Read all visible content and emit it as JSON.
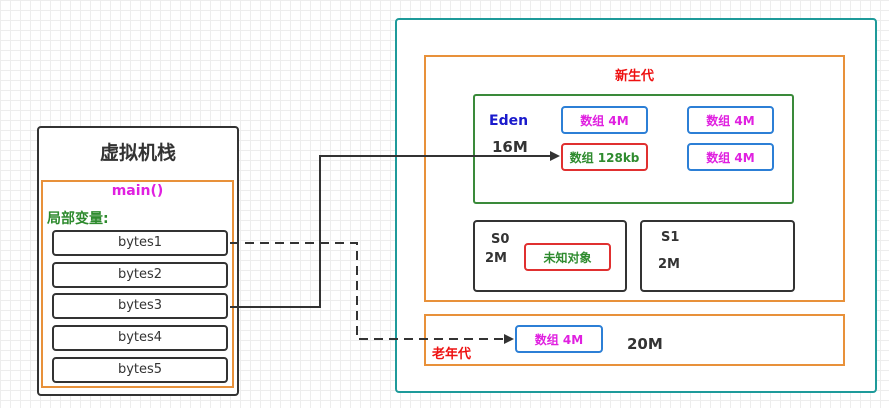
{
  "stack": {
    "title": "虚拟机栈",
    "frame": "main()",
    "locals_label": "局部变量:",
    "slots": [
      "bytes1",
      "bytes2",
      "bytes3",
      "bytes4",
      "bytes5"
    ]
  },
  "heap": {
    "young": {
      "label": "新生代",
      "eden": {
        "label": "Eden",
        "size": "16M",
        "arrays": [
          "数组 4M",
          "数组 4M",
          "数组 128kb",
          "数组 4M"
        ]
      },
      "s0": {
        "label": "S0",
        "size": "2M",
        "object": "未知对象"
      },
      "s1": {
        "label": "S1",
        "size": "2M"
      }
    },
    "old": {
      "label": "老年代",
      "size": "20M",
      "array": "数组 4M"
    }
  },
  "colors": {
    "stack_border": "#333333",
    "frame_border": "#e8913a",
    "heap_border": "#1e9a9a",
    "eden_border": "#3a8a3a",
    "array_border": "#2c7fd6",
    "highlight_border": "#e03030",
    "magenta_text": "#e020e0",
    "green_text": "#2e8b2e",
    "red_text": "#ee1111",
    "blue_text": "#1a1acc"
  }
}
